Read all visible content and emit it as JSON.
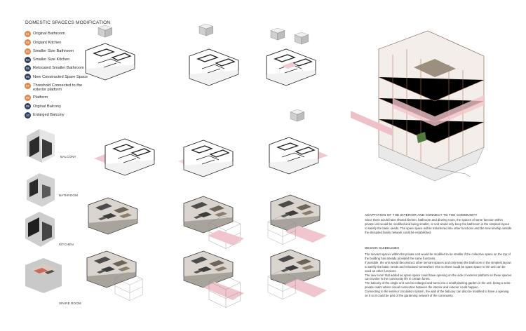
{
  "title": "DOMESTIC SPACECS MODIFICATION",
  "legend": [
    {
      "num": "01",
      "label": "Original Bathroom",
      "color": "#e0884c"
    },
    {
      "num": "02",
      "label": "Origiant Kitchen",
      "color": "#e0884c"
    },
    {
      "num": "03",
      "label": "Smaller Size Bathroom",
      "color": "#e0884c"
    },
    {
      "num": "04",
      "label": "Smaller Size Kitchen",
      "color": "#2c3f5c"
    },
    {
      "num": "05",
      "label": "Relocated Smaller Bathroom",
      "color": "#2c3f5c"
    },
    {
      "num": "06",
      "label": "New Constructed Spare Space",
      "color": "#2c3f5c"
    },
    {
      "num": "07",
      "label": "Threshold Connected to the exterior platform",
      "color": "#e0884c"
    },
    {
      "num": "08",
      "label": "Platform",
      "color": "#e0884c"
    },
    {
      "num": "09",
      "label": "Orginal Balcony",
      "color": "#2c3f5c"
    },
    {
      "num": "10",
      "label": "Enlarged Balcony",
      "color": "#2c3f5c"
    }
  ],
  "rooms": {
    "balcony": "BALCONY",
    "bathroom": "BATHROOM",
    "kitchen": "KITCHEN",
    "spare": "SPARE ROOM"
  },
  "sections": {
    "adaptation_heading": "ADAPTATION OF THE INTERIOR AND CONNECT TO THE COMMUNITY",
    "adaptation_body": "Since there would have shared kitchen, bathroom and dinning room, the spaces of same function within private unit would be modified and being smaller, or unit would only keep the bathroom in the simplest layout to satisfy the basic needs. The spare space will be transferred into other functions and the new kinship outside the disrupted family network could be established.",
    "guidelines_heading": "DESIGN GUIDELINES",
    "guidelines_body": [
      "The servant spaces within the private unit would be modified to be smaller if the collective space on the top of the building has already provided the same functions.",
      "If possible, the unit would deconstruct other servant spaces and only keep the bathroom in the simplest layout to satisfy the basic needs and relocated somewhere else so there could be spare space in the unit can be used as other functions.",
      "The new room that added as spare space could have opening on the side of exterior platform so these spaces can involve in the community life in certain forms.",
      "The balcony of the single unit can be enlarged and turns into a small planting garden in the unit, being a semi-private realm where visual connection between the interior and exterior could happen.",
      "Connecting to the exterior circulation system, the wall of the balcony can also be modified to have a opening on it so it could be part of the gardening network of the community."
    ]
  }
}
